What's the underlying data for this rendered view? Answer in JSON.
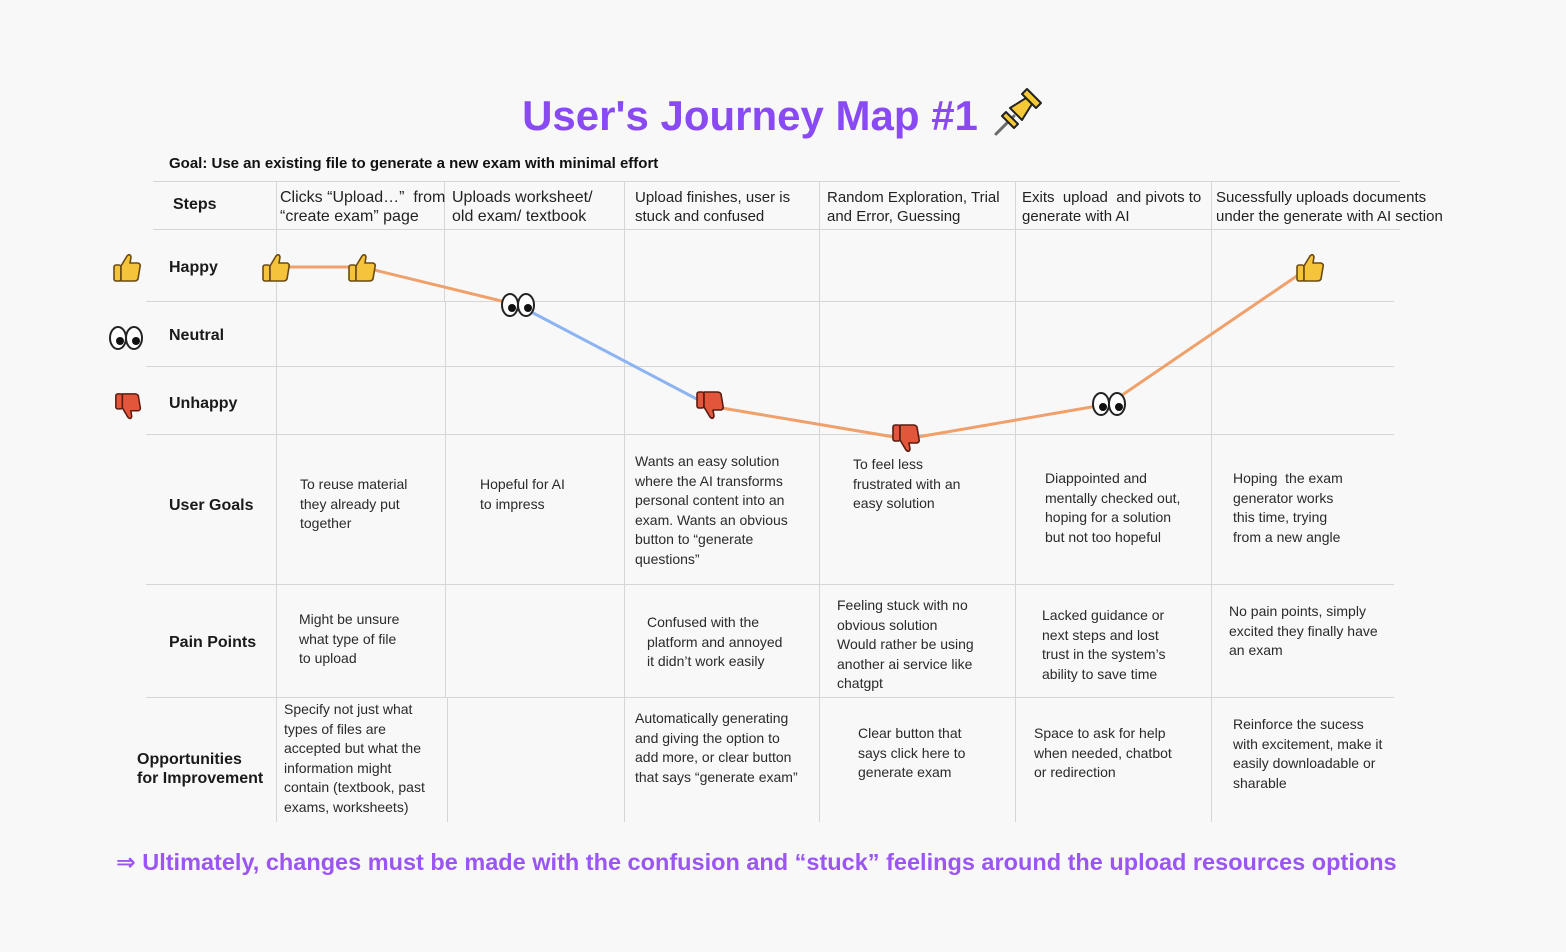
{
  "title": "User's Journey Map #1",
  "goal": "Goal: Use an existing file to generate a new exam with minimal effort",
  "row_labels": {
    "steps": "Steps",
    "happy": "Happy",
    "neutral": "Neutral",
    "unhappy": "Unhappy",
    "user_goals": "User Goals",
    "pain_points": "Pain Points",
    "opportunities": "Opportunities\nfor Improvement"
  },
  "steps": [
    "Clicks “Upload…”  from\n“create exam” page",
    "Uploads worksheet/\nold exam/ textbook",
    "Upload finishes, user is\nstuck and confused",
    "Random Exploration, Trial\nand Error, Guessing",
    "Exits  upload  and pivots to\ngenerate with AI",
    "Sucessfully uploads documents\nunder the generate with AI section"
  ],
  "user_goals": [
    "To reuse material\nthey already put\ntogether",
    "Hopeful for AI\nto impress",
    "Wants an easy solution\nwhere the AI transforms\npersonal content into an\nexam. Wants an obvious\nbutton to “generate\nquestions”",
    "To feel less\nfrustrated with an\neasy solution",
    "Diappointed and\nmentally checked out,\nhoping for a solution\nbut not too hopeful",
    "Hoping  the exam\ngenerator works\nthis time, trying\nfrom a new angle"
  ],
  "pain_points": [
    "Might be unsure\nwhat type of file\nto upload",
    "",
    "Confused with the\nplatform and annoyed\nit didn’t work easily",
    "Feeling stuck with no\nobvious solution\nWould rather be using\nanother ai service like\nchatgpt",
    "Lacked guidance or\nnext steps and lost\ntrust in the system’s\nability to save time",
    "No pain points, simply\nexcited they finally have\nan exam"
  ],
  "opportunities": [
    "Specify not just what\ntypes of files are\naccepted but what the\ninformation might\ncontain (textbook, past\nexams, worksheets)",
    "",
    "Automatically generating\nand giving the option to\nadd more, or clear button\nthat says “generate exam”",
    "Clear button that\nsays click here to\ngenerate exam",
    "Space to ask for help\nwhen needed, chatbot\nor redirection",
    "Reinforce the sucess\nwith excitement, make it\neasily downloadable or\nsharable"
  ],
  "emotion_path": [
    {
      "icon": "thumbs-up",
      "level": "Happy"
    },
    {
      "icon": "thumbs-up",
      "level": "Happy"
    },
    {
      "icon": "eyes",
      "level": "Neutral"
    },
    {
      "icon": "thumbs-down",
      "level": "Unhappy"
    },
    {
      "icon": "thumbs-down",
      "level": "Unhappy"
    },
    {
      "icon": "eyes",
      "level": "Unhappy"
    },
    {
      "icon": "thumbs-up",
      "level": "Happy"
    }
  ],
  "colors": {
    "title": "#8a4af3",
    "bottom": "#9b55f2",
    "positive_line": "#f0a06a",
    "negative_line": "#8db4f2",
    "thumb_up": "#f6c43a",
    "thumb_down": "#e2563c"
  },
  "bottom_note": "⇒ Ultimately, changes must be made with the confusion and “stuck” feelings around the upload resources options"
}
